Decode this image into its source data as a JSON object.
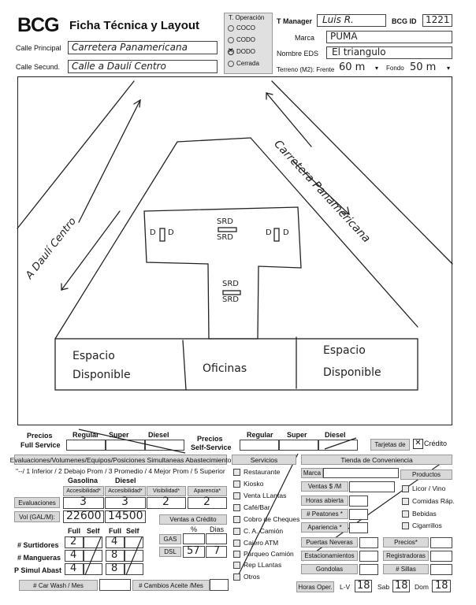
{
  "header": {
    "logo": "BCG",
    "title": "Ficha Técnica y Layout",
    "calle_principal_label": "Calle Principal",
    "calle_principal_value": "Carretera Panamericana",
    "calle_secund_label": "Calle Secund.",
    "calle_secund_value": "Calle a Daulí Centro",
    "operacion_label": "T. Operación",
    "operacion_options": [
      "COCO",
      "CODO",
      "DODO",
      "Cerrada"
    ],
    "t_manager_label": "T Manager",
    "t_manager_value": "Luis R.",
    "bcg_id_label": "BCG ID",
    "bcg_id_value": "1221",
    "marca_label": "Marca",
    "marca_value": "PUMA",
    "nombre_eds_label": "Nombre EDS",
    "nombre_eds_value": "El triangulo",
    "terreno_label": "Terreno (M2): Frente",
    "frente_value": "60 m",
    "fondo_label": "Fondo",
    "fondo_value": "50 m"
  },
  "layout": {
    "road_right": "Carretera Panamericana",
    "road_left": "A Daulí Centro",
    "srd_top": "SRD",
    "srd_bottom": "SRD",
    "d_left": "D",
    "d_right": "D",
    "espacio_left_1": "Espacio",
    "espacio_left_2": "Disponible",
    "oficinas": "Oficinas",
    "espacio_right_1": "Espacio",
    "espacio_right_2": "Disponible"
  },
  "precios": {
    "full_label": "Precios",
    "full_label2": "Full Service",
    "self_label": "Precios",
    "self_label2": "Self-Service",
    "regular": "Regular",
    "super": "Super",
    "diesel": "Diesel",
    "tarjetas": "Tarjetas de",
    "credito": "Crédito"
  },
  "evaluaciones": {
    "header": "Evaluaciones/Volumenes/Equipos/Posiciones Simultaneas Abastecimiento",
    "scale": "\"--/ 1 Inferior / 2 Debajo Prom / 3 Promedio / 4 Mejor Prom / 5 Superior",
    "gasolina": "Gasolina",
    "diesel": "Diesel",
    "acc1": "Accesibilidad*",
    "acc2": "Accesibilidad*",
    "visib": "Visibilidad*",
    "apar": "Aparencia*",
    "eval_label": "Evaluaciones",
    "eval_values": [
      "3",
      "3",
      "2",
      "2"
    ],
    "vol_label": "Vol (GAL/M):",
    "vol_gas": "22600",
    "vol_diesel": "14500",
    "ventas_credito": "Ventas a Crédito",
    "pct": "%",
    "dias": "Dias",
    "gas": "GAS",
    "dsl": "DSL",
    "dsl_pct": "57",
    "dsl_dias": "7",
    "full": "Full",
    "self": "Self",
    "surtidores_label": "# Surtidores",
    "mangueras_label": "# Mangueras",
    "simul_label": "P Simul Abast",
    "surt_full": "2",
    "surt_diesel": "4",
    "mang_full": "4",
    "mang_diesel": "8",
    "simul_full": "4",
    "simul_diesel": "8",
    "carwash": "# Car Wash / Mes",
    "cambios": "# Cambios Aceite /Mes"
  },
  "servicios": {
    "header": "Servicios",
    "items": [
      "Restaurante",
      "Kiosko",
      "Venta LLantas",
      "Café/Bar",
      "Cobro de Cheques",
      "C. A. Camión",
      "Cajero ATM",
      "Parqueo Camión",
      "Rep LLantas",
      "Otros"
    ]
  },
  "tienda": {
    "header": "Tienda de Conveniencia",
    "marca": "Marca",
    "productos": "Productos",
    "ventas": "Ventas $ /M",
    "horas": "Horas abierta",
    "peatones": "# Peatones *",
    "apariencia": "Apariencia *",
    "licor": "Licor / Vino",
    "comidas": "Comidas Ráp.",
    "bebidas": "Bebidas",
    "cigarrillos": "Cigarrillos",
    "puertas": "Puertas Neveras",
    "precios": "Precios*",
    "estacionamientos": "Estacionamientos",
    "registradoras": "Registradoras",
    "gondolas": "Gondolas",
    "sillas": "# Sillas",
    "horas_oper": "Horas Oper.",
    "lv": "L-V",
    "lv_val": "18",
    "sab": "Sab",
    "sab_val": "18",
    "dom": "Dom",
    "dom_val": "18"
  }
}
